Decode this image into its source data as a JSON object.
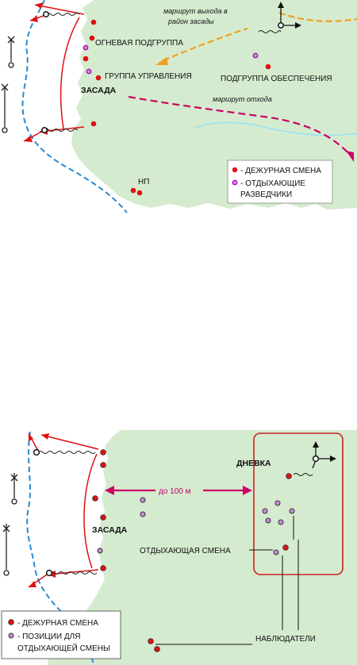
{
  "colors": {
    "forest": "#d5ebcf",
    "route": "#cc0066",
    "exit_route": "#f0a020",
    "road": "#2a8ad0",
    "duty": "#dd1111",
    "rest_fill": "#cc88dd",
    "rest_stroke": "#aa00aa"
  },
  "top": {
    "exit_route": "маршрут выхода в район засады",
    "fire_group": "ОГНЕВАЯ ПОДГРУППА",
    "control_group": "ГРУППА УПРАВЛЕНИЯ",
    "support_group": "ПОДГРУППА ОБЕСПЕЧЕНИЯ",
    "ambush": "ЗАСАДА",
    "retreat_route": "маршрут отхода",
    "np": "НП",
    "legend": {
      "duty": "- ДЕЖУРНАЯ СМЕНА",
      "rest_line1": "- ОТДЫХАЮЩИЕ",
      "rest_line2": "РАЗВЕДЧИКИ"
    }
  },
  "bottom": {
    "distance": "до 100 м",
    "day_camp": "ДНЕВКА",
    "ambush": "ЗАСАДА",
    "resting_shift": "ОТДЫХАЮЩАЯ СМЕНА",
    "observers": "НАБЛЮДАТЕЛИ",
    "legend": {
      "duty": "- ДЕЖУРНАЯ СМЕНА",
      "rest_line1": "- ПОЗИЦИИ  ДЛЯ",
      "rest_line2": "ОТДЫХАЮЩЕЙ СМЕНЫ"
    }
  }
}
